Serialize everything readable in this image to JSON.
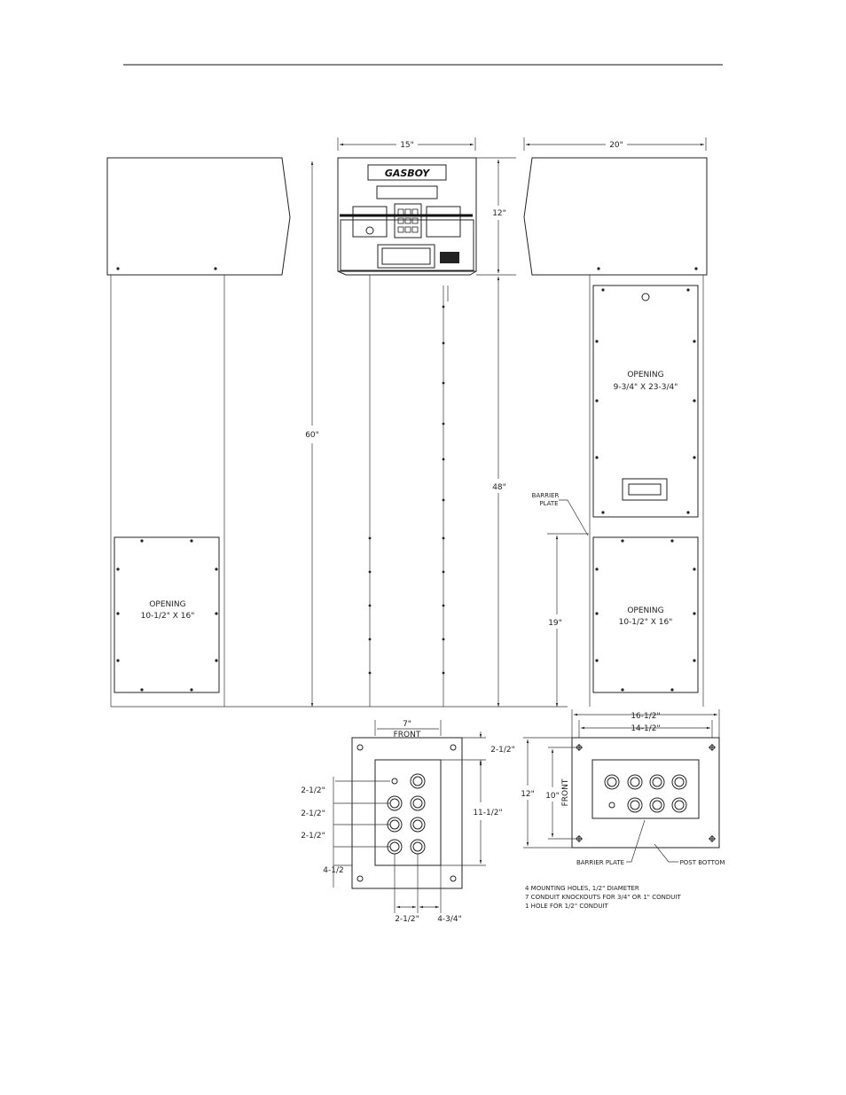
{
  "front_view": {
    "width_15": "15\"",
    "width_20": "20\"",
    "height_12": "12\"",
    "height_60": "60\"",
    "height_48": "48\"",
    "height_19": "19\"",
    "barrier_plate_line1": "BARRIER",
    "barrier_plate_line2": "PLATE",
    "opening_label": "OPENING",
    "left_opening_size": "10-1/2\" X 16\"",
    "right_top_opening_size": "9-3/4\" X 23-3/4\"",
    "right_bottom_opening_size": "10-1/2\" X 16\"",
    "brand": "GASBOY"
  },
  "base_plate_left": {
    "width_7": "7\"",
    "front_label": "FRONT",
    "top_offset": "2-1/2\"",
    "spacing_1": "2-1/2\"",
    "spacing_2": "2-1/2\"",
    "spacing_3": "2-1/2\"",
    "bottom_offset": "4-1/2",
    "height_11_5": "11-1/2\"",
    "bottom_dim_left": "2-1/2\"",
    "bottom_dim_right": "4-3/4\""
  },
  "base_plate_right": {
    "width_16_5": "16-1/2\"",
    "width_14_5": "14-1/2\"",
    "height_12": "12\"",
    "height_10": "10\"",
    "front_label": "FRONT",
    "barrier_plate_label": "BARRIER PLATE",
    "post_bottom_label": "POST BOTTOM"
  },
  "notes": [
    "4 MOUNTING HOLES, 1/2\" DIAMETER",
    "7 CONDUIT KNOCKOUTS FOR 3/4\" OR 1\" CONDUIT",
    "1 HOLE FOR 1/2\" CONDUIT"
  ]
}
